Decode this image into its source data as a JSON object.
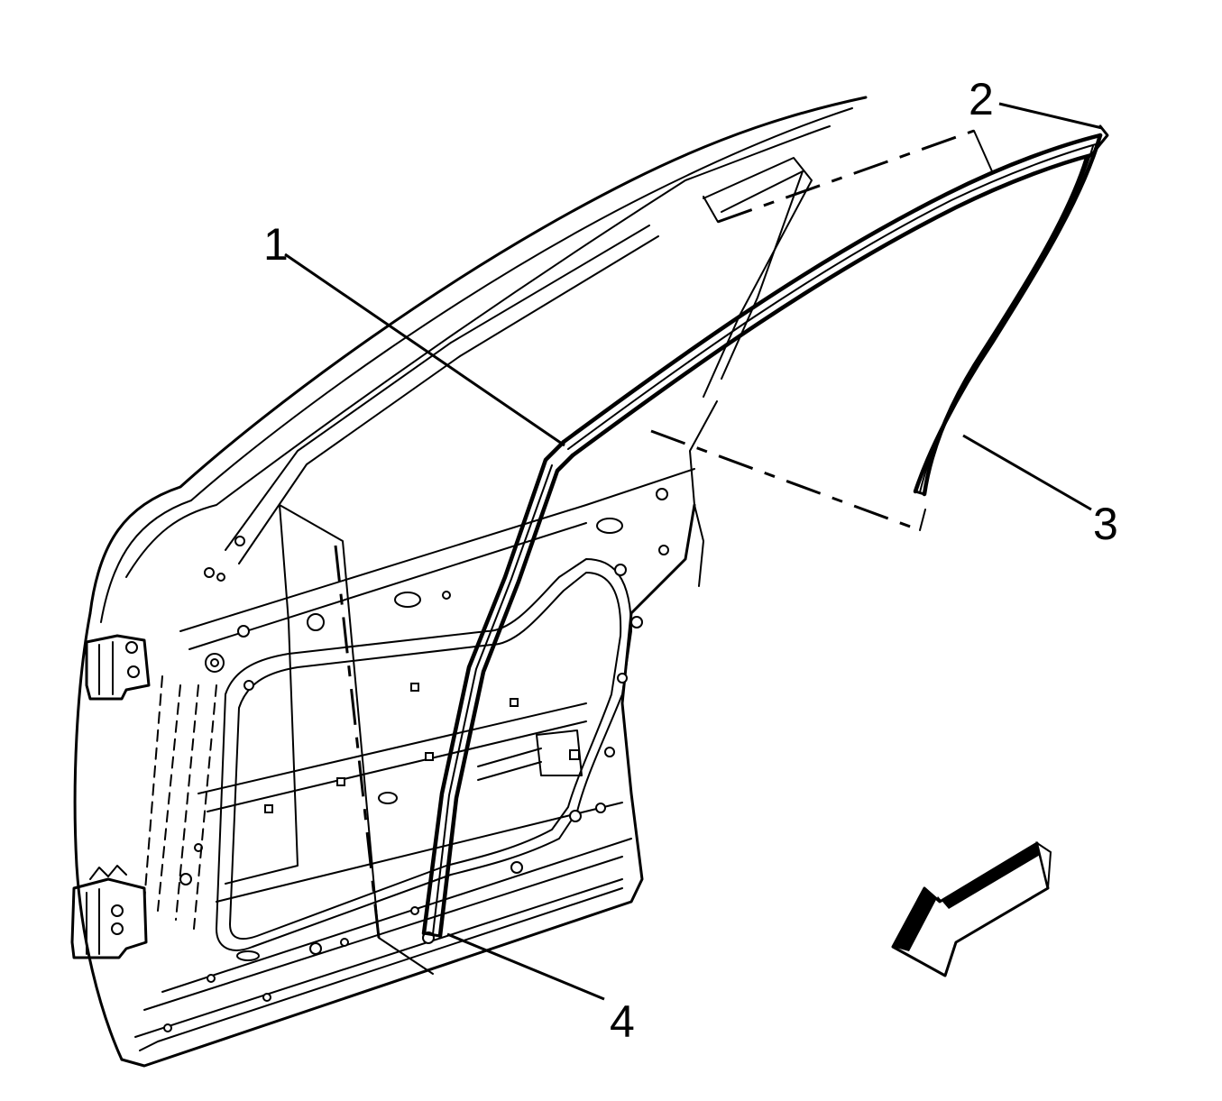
{
  "callouts": [
    {
      "id": "1",
      "label": "1"
    },
    {
      "id": "2",
      "label": "2"
    },
    {
      "id": "3",
      "label": "3"
    },
    {
      "id": "4",
      "label": "4"
    }
  ],
  "icons": {
    "view_direction": "view-direction-arrow-icon"
  },
  "colors": {
    "line": "#000000",
    "background": "#ffffff"
  }
}
